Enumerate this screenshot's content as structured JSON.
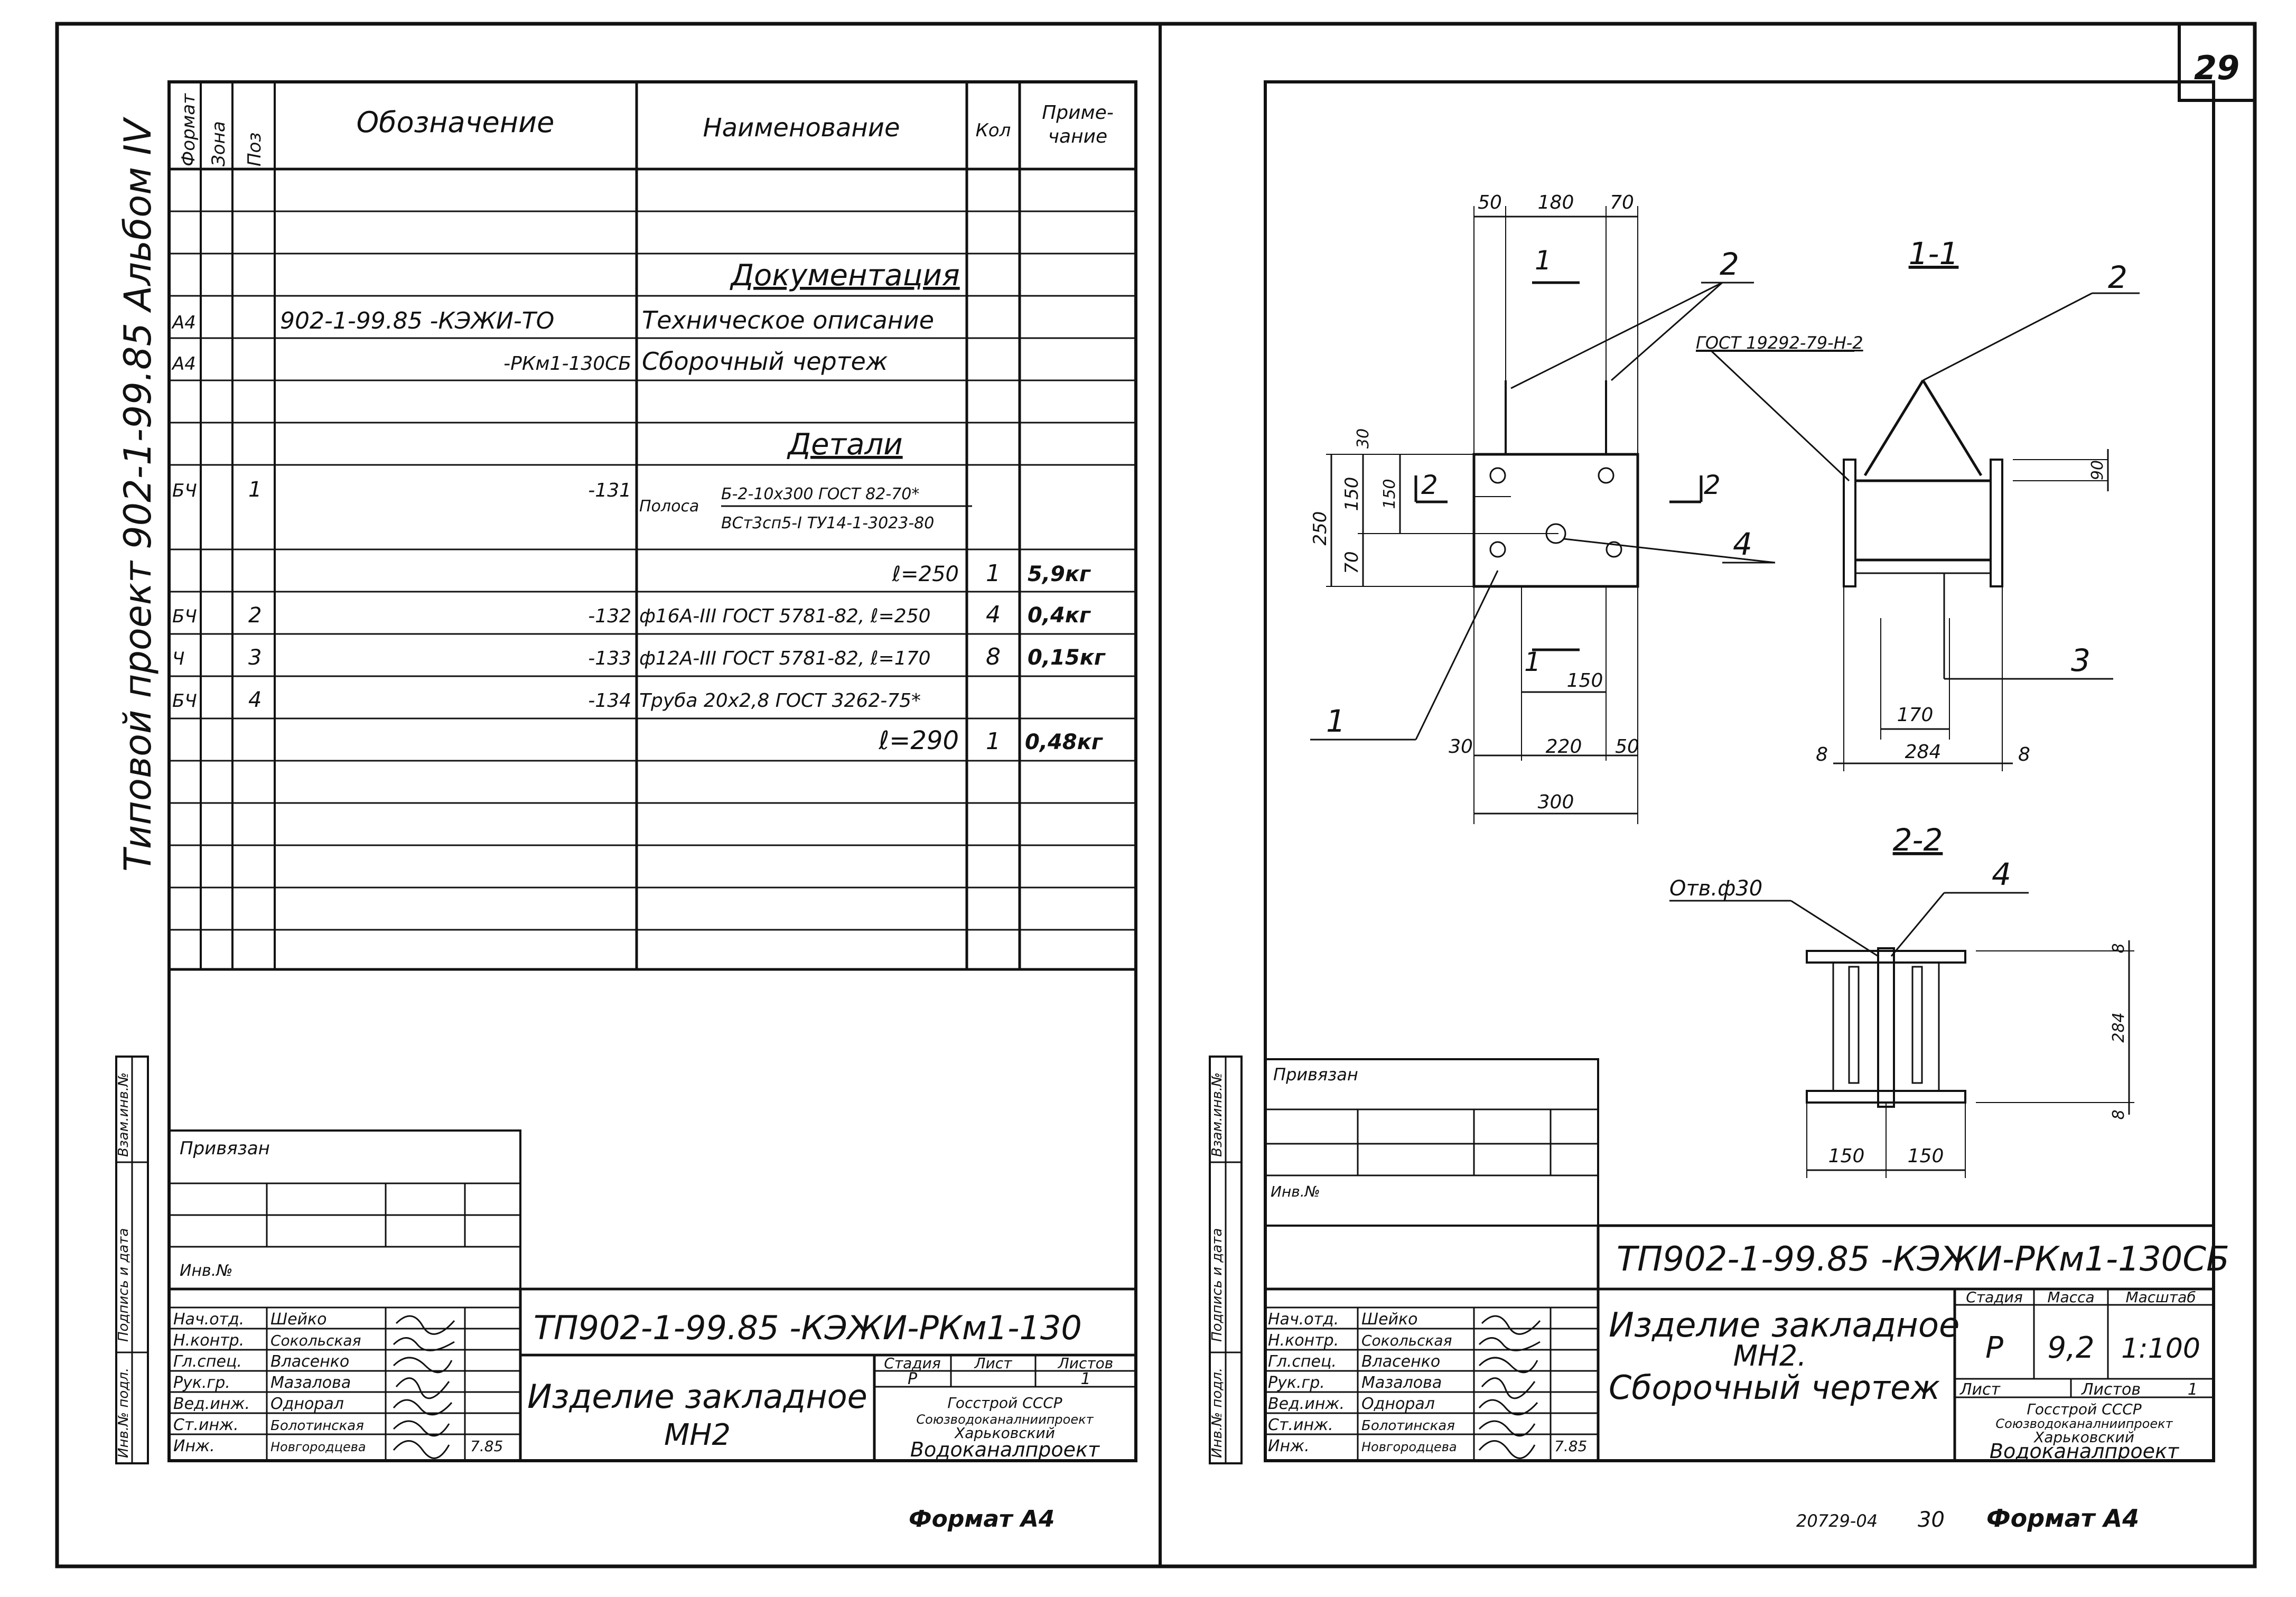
{
  "page_number": "29",
  "left_sheet": {
    "side_title": "Типовой проект 902-1-99.85 Альбом IV",
    "headers": {
      "format": "Формат",
      "zone": "Зона",
      "pos": "Поз",
      "designation": "Обозначение",
      "name": "Наименование",
      "qty": "Кол",
      "note1": "Приме-",
      "note2": "чание"
    },
    "section_docs": "Документация",
    "section_details": "Детали",
    "rows": [
      {
        "format": "А4",
        "pos": "",
        "designation": "902-1-99.85 -КЭЖИ-ТО",
        "name": "Техническое описание",
        "qty": "",
        "note": ""
      },
      {
        "format": "А4",
        "pos": "",
        "designation": "-РКм1-130СБ",
        "name": "Сборочный чертеж",
        "qty": "",
        "note": ""
      },
      {
        "format": "БЧ",
        "pos": "1",
        "designation": "-131",
        "name": "",
        "qty": "",
        "note": ""
      },
      {
        "format": "",
        "pos": "",
        "designation": "",
        "name": "ℓ=250",
        "qty": "1",
        "note": "5,9кг"
      },
      {
        "format": "БЧ",
        "pos": "2",
        "designation": "-132",
        "name": "ф16А-III ГОСТ 5781-82, ℓ=250",
        "qty": "4",
        "note": "0,4кг"
      },
      {
        "format": "Ч",
        "pos": "3",
        "designation": "-133",
        "name": "ф12А-III ГОСТ 5781-82, ℓ=170",
        "qty": "8",
        "note": "0,15кг"
      },
      {
        "format": "БЧ",
        "pos": "4",
        "designation": "-134",
        "name": "Труба 20х2,8 ГОСТ 3262-75*",
        "qty": "",
        "note": ""
      },
      {
        "format": "",
        "pos": "",
        "designation": "",
        "name": "ℓ=290",
        "qty": "1",
        "note": "0,48кг"
      }
    ],
    "strip_prefix": "Полоса",
    "strip_top": "Б-2-10х300 ГОСТ 82-70*",
    "strip_bottom": "ВСт3сп5-I ТУ14-1-3023-80",
    "side_labels": [
      "Инв.№ подл.",
      "Подпись и дата",
      "Взам.инв.№"
    ],
    "privyazan": "Привязан",
    "inv_no": "Инв.№",
    "staff_roles": [
      "Нач.отд.",
      "Н.контр.",
      "Гл.спец.",
      "Рук.гр.",
      "Вед.инж.",
      "Ст.инж.",
      "Инж."
    ],
    "staff_names": [
      "Шейко",
      "Сокольская",
      "Власенко",
      "Мазалова",
      "Однорал",
      "Болотинская",
      "Новгородцева"
    ],
    "date_mark": "7.85",
    "code": "ТП902-1-99.85 -КЭЖИ-РКм1-130",
    "title1": "Изделие закладное",
    "title2": "МН2",
    "stage_label": "Стадия",
    "sheet_label": "Лист",
    "sheets_label": "Листов",
    "stage": "Р",
    "sheets": "1",
    "org1": "Госстрой СССР",
    "org2": "Союзводоканалниипроект",
    "org3": "Харьковский",
    "org4": "Водоканалпроект",
    "format": "Формат А4"
  },
  "right_sheet": {
    "privyazan": "Привязан",
    "inv_no": "Инв.№",
    "side_labels": [
      "Инв.№ подл.",
      "Подпись и дата",
      "Взам.инв.№"
    ],
    "code": "ТП902-1-99.85 -КЭЖИ-РКм1-130СБ",
    "title1": "Изделие закладное",
    "title2": "МН2.",
    "title3": "Сборочный чертеж",
    "stage_label": "Стадия",
    "mass_label": "Масса",
    "scale_label": "Масштаб",
    "stage": "Р",
    "mass": "9,2",
    "scale": "1:100",
    "sheet_label": "Лист",
    "sheets_label": "Листов",
    "sheets": "1",
    "staff_roles": [
      "Нач.отд.",
      "Н.контр.",
      "Гл.спец.",
      "Рук.гр.",
      "Вед.инж.",
      "Ст.инж.",
      "Инж."
    ],
    "staff_names": [
      "Шейко",
      "Сокольская",
      "Власенко",
      "Мазалова",
      "Однорал",
      "Болотинская",
      "Новгородцева"
    ],
    "date_mark": "7.85",
    "org1": "Госстрой СССР",
    "org2": "Союзводоканалниипроект",
    "org3": "Харьковский",
    "org4": "Водоканалпроект",
    "footer_num": "20729-04",
    "footer_page": "30",
    "format": "Формат А4",
    "drawing": {
      "sec11": "1-1",
      "sec22": "2-2",
      "gost_weld": "ГОСТ 19292-79-Н-2",
      "hole": "Отв.ф30",
      "pos_labels": [
        "1",
        "2",
        "3",
        "4",
        "2",
        "4",
        "2"
      ],
      "cut_labels": [
        "1",
        "1",
        "2",
        "2"
      ],
      "dims_top": [
        "50",
        "180",
        "70"
      ],
      "dims_left": [
        "250",
        "150",
        "70",
        "30",
        "150"
      ],
      "dims_bottom": [
        "30",
        "220",
        "50",
        "300",
        "150"
      ],
      "dims_11": [
        "90",
        "170",
        "284",
        "8",
        "8"
      ],
      "dims_22": [
        "150",
        "150",
        "284",
        "8",
        "8"
      ]
    }
  }
}
